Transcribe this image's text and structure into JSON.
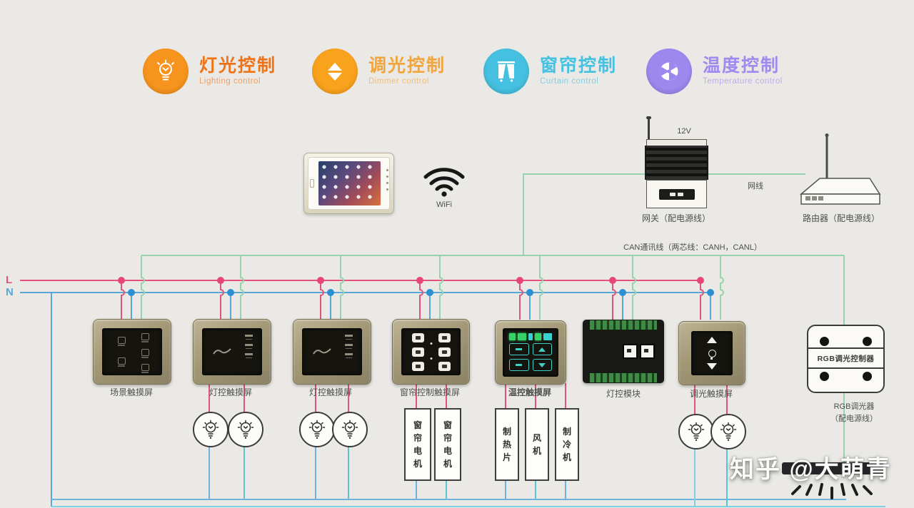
{
  "colors": {
    "background": "#eae9e6",
    "wire_live": "#e4537c",
    "wire_neutral": "#58a7d7",
    "wire_can": "#97d3ae",
    "wire_bus": "#6fb3dc",
    "wire_bus2": "#7fd0e2",
    "wire_teal": "#5cc4cc",
    "dot_live": "#e8457c",
    "dot_neutral": "#2d8fd0"
  },
  "legend": [
    {
      "title": "灯光控制",
      "subtitle": "Lighting control",
      "color": "#f7941e",
      "text_color": "#ee7318"
    },
    {
      "title": "调光控制",
      "subtitle": "Dimmer control",
      "color": "#f9a21d",
      "text_color": "#f2a53c"
    },
    {
      "title": "窗帘控制",
      "subtitle": "Curtain control",
      "color": "#46c0e0",
      "text_color": "#45c2e2"
    },
    {
      "title": "温度控制",
      "subtitle": "Temperature control",
      "color": "#9d88ee",
      "text_color": "#9f8aee"
    }
  ],
  "power": {
    "live": "L",
    "neutral": "N"
  },
  "network": {
    "voltage": "12V",
    "wifi": "WiFi",
    "gateway": "网关（配电源线）",
    "cable": "网线",
    "router": "路由器（配电源线）",
    "can_bus": "CAN通讯线（两芯线：CANH，CANL）"
  },
  "panels": [
    {
      "label": "场景触摸屏"
    },
    {
      "label": "灯控触摸屏"
    },
    {
      "label": "灯控触摸屏"
    },
    {
      "label": "窗帘控制触摸屏"
    },
    {
      "label": "温控触摸屏"
    },
    {
      "label": "灯控模块"
    },
    {
      "label": "调光触摸屏"
    }
  ],
  "loads": {
    "curtain_motors": [
      "窗帘电机",
      "窗帘电机"
    ],
    "hvac": [
      "制热片",
      "风机",
      "制冷机"
    ],
    "rgb_controller": "RGB调光控制器",
    "rgb_dimmer_line1": "RGB调光器",
    "rgb_dimmer_line2": "（配电源线）"
  },
  "watermark": "知乎 @大萌青"
}
